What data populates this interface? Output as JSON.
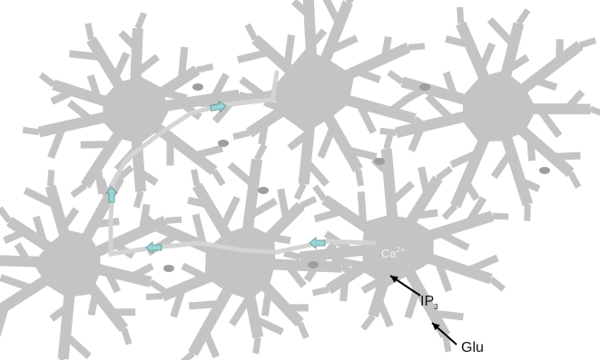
{
  "labels": {
    "calcium": "Ca",
    "calcium_superscript": "2+",
    "ip3": "IP",
    "ip3_subscript": "3",
    "glutamate": "Glu"
  },
  "colors": {
    "astrocyte": "#c4c4c4",
    "gap_junction": "#9e9e9e",
    "calcium_wave": "#d4d4d4",
    "wave_arrow": "#9ad3d6",
    "annotation": "#000000"
  },
  "icons": [
    "astrocyte-cell",
    "gap-junction",
    "calcium-wave-arrow",
    "annotation-arrow"
  ]
}
